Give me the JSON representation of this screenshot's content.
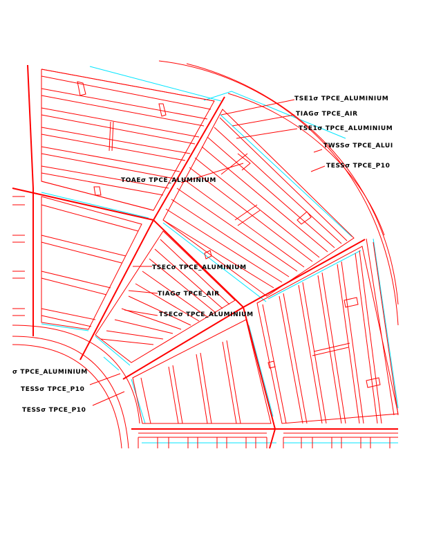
{
  "labels": {
    "tse1_top": "TSE1σ TPCE_ALUMINIUM",
    "tiag_top": "TIAGσ TPCE_AIR",
    "tse1_mid": "TSE1σ TPCE_ALUMINIUM",
    "twss": "TWSSσ TPCE_ALUI",
    "tess_right": "TESSσ TPCE_P10",
    "toae": "TOAEσ TPCE_ALUMINIUM",
    "tsec_upper": "TSECσ TPCE_ALUMINIUM",
    "tiag_center": "TIAGσ TPCE_AIR",
    "tsec_lower": "TSECσ TPCE_ALUMINIUM",
    "tpce_left": "σ TPCE_ALUMINIUM",
    "tess_left1": "TESSσ TPCE_P10",
    "tess_left2": "TESSσ TPCE_P10"
  },
  "colors": {
    "structure": "#ff0000",
    "inner_edge": "#00e5ff",
    "label_text": "#000000"
  }
}
